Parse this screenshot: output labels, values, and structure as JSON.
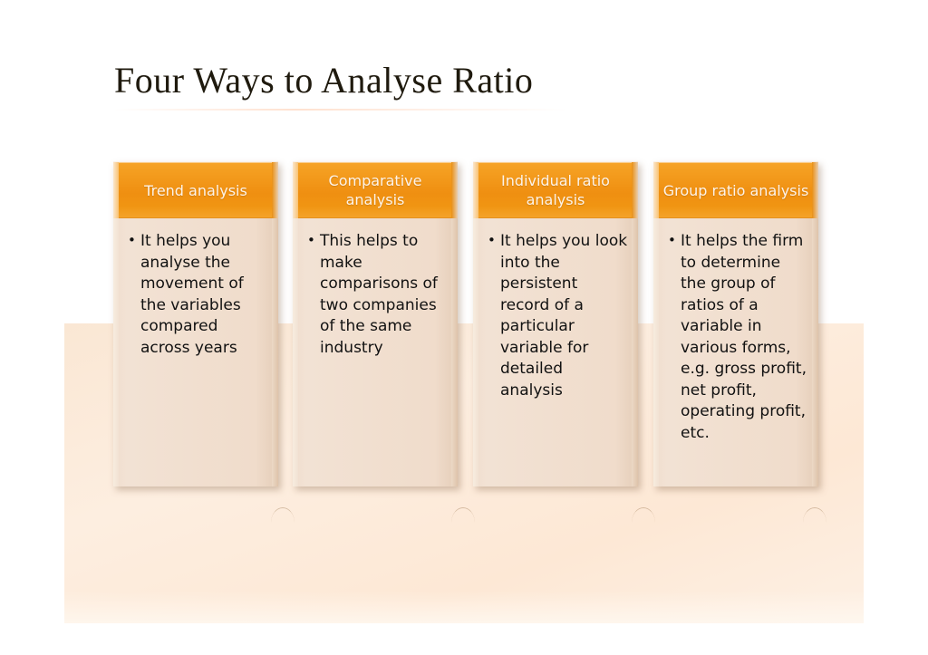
{
  "slide": {
    "title": "Four Ways to Analyse Ratio",
    "background_color": "#ffffff",
    "accent_color": "#f09512",
    "panel_color": "#fae7d4",
    "card_body_color": "#f0ddcd"
  },
  "cards": [
    {
      "id": "trend-analysis",
      "header": "Trend analysis",
      "bullets": [
        "It helps you analyse the movement of the variables compared across years"
      ]
    },
    {
      "id": "comparative-analysis",
      "header": "Comparative analysis",
      "bullets": [
        "This helps to make comparisons of two companies of the same industry"
      ]
    },
    {
      "id": "individual-ratio-analysis",
      "header": "Individual ratio analysis",
      "bullets": [
        "It helps you look into the persistent record of a particular variable for detailed analysis"
      ]
    },
    {
      "id": "group-ratio-analysis",
      "header": "Group ratio analysis",
      "bullets": [
        "It helps the firm to determine the group of ratios of a variable in various forms, e.g. gross profit, net profit, operating profit, etc."
      ]
    }
  ]
}
